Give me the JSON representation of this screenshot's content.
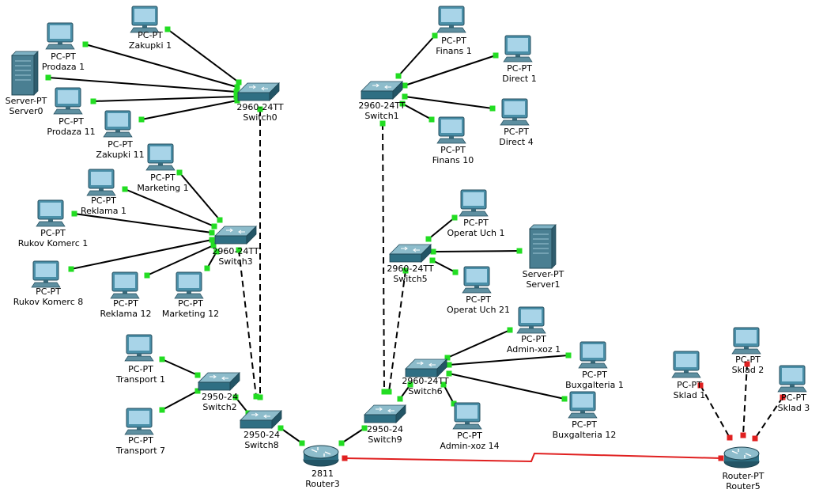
{
  "colors": {
    "link": "#000000",
    "redLink": "#e02020",
    "portUp": "#22dd22",
    "portDown": "#e02020",
    "deviceBody": "#2f6f83",
    "screen": "#a8d4e8"
  },
  "nodes": {
    "zakupki1": {
      "type": "PC-PT",
      "name": "Zakupki 1",
      "icon": "pc-icon"
    },
    "prodaza1": {
      "type": "PC-PT",
      "name": "Prodaza 1",
      "icon": "pc-icon"
    },
    "server0": {
      "type": "Server-PT",
      "name": "Server0",
      "icon": "server-icon"
    },
    "prodaza11": {
      "type": "PC-PT",
      "name": "Prodaza 11",
      "icon": "pc-icon"
    },
    "zakupki11": {
      "type": "PC-PT",
      "name": "Zakupki 11",
      "icon": "pc-icon"
    },
    "switch0": {
      "type": "2960-24TT",
      "name": "Switch0",
      "icon": "switch-icon"
    },
    "marketing1": {
      "type": "PC-PT",
      "name": "Marketing 1",
      "icon": "pc-icon"
    },
    "reklama1": {
      "type": "PC-PT",
      "name": "Reklama 1",
      "icon": "pc-icon"
    },
    "rukov1": {
      "type": "PC-PT",
      "name": "Rukov Komerc 1",
      "icon": "pc-icon"
    },
    "rukov8": {
      "type": "PC-PT",
      "name": "Rukov Komerc 8",
      "icon": "pc-icon"
    },
    "reklama12": {
      "type": "PC-PT",
      "name": "Reklama 12",
      "icon": "pc-icon"
    },
    "marketing12": {
      "type": "PC-PT",
      "name": "Marketing 12",
      "icon": "pc-icon"
    },
    "switch3": {
      "type": "2960-24TT",
      "name": "Switch3",
      "icon": "switch-icon"
    },
    "transport1": {
      "type": "PC-PT",
      "name": "Transport 1",
      "icon": "pc-icon"
    },
    "transport7": {
      "type": "PC-PT",
      "name": "Transport 7",
      "icon": "pc-icon"
    },
    "switch2": {
      "type": "2950-24",
      "name": "Switch2",
      "icon": "switch-icon"
    },
    "switch8": {
      "type": "2950-24",
      "name": "Switch8",
      "icon": "switch-icon"
    },
    "router3": {
      "type": "2811",
      "name": "Router3",
      "icon": "router-icon"
    },
    "finans1": {
      "type": "PC-PT",
      "name": "Finans 1",
      "icon": "pc-icon"
    },
    "direct1": {
      "type": "PC-PT",
      "name": "Direct 1",
      "icon": "pc-icon"
    },
    "direct4": {
      "type": "PC-PT",
      "name": "Direct 4",
      "icon": "pc-icon"
    },
    "finans10": {
      "type": "PC-PT",
      "name": "Finans 10",
      "icon": "pc-icon"
    },
    "switch1": {
      "type": "2960-24TT",
      "name": "Switch1",
      "icon": "switch-icon"
    },
    "operat1": {
      "type": "PC-PT",
      "name": "Operat Uch 1",
      "icon": "pc-icon"
    },
    "server1": {
      "type": "Server-PT",
      "name": "Server1",
      "icon": "server-icon"
    },
    "operat21": {
      "type": "PC-PT",
      "name": "Operat Uch 21",
      "icon": "pc-icon"
    },
    "switch5": {
      "type": "2960-24TT",
      "name": "Switch5",
      "icon": "switch-icon"
    },
    "adminxoz1": {
      "type": "PC-PT",
      "name": "Admin-xoz 1",
      "icon": "pc-icon"
    },
    "buxg1": {
      "type": "PC-PT",
      "name": "Buxgalteria 1",
      "icon": "pc-icon"
    },
    "buxg12": {
      "type": "PC-PT",
      "name": "Buxgalteria 12",
      "icon": "pc-icon"
    },
    "adminxoz14": {
      "type": "PC-PT",
      "name": "Admin-xoz 14",
      "icon": "pc-icon"
    },
    "switch6": {
      "type": "2960-24TT",
      "name": "Switch6",
      "icon": "switch-icon"
    },
    "switch9": {
      "type": "2950-24",
      "name": "Switch9",
      "icon": "switch-icon"
    },
    "sklad1": {
      "type": "PC-PT",
      "name": "Sklad 1",
      "icon": "pc-icon"
    },
    "sklad2": {
      "type": "PC-PT",
      "name": "Sklad 2",
      "icon": "pc-icon"
    },
    "sklad3": {
      "type": "PC-PT",
      "name": "Sklad 3",
      "icon": "pc-icon"
    },
    "router5": {
      "type": "Router-PT",
      "name": "Router5",
      "icon": "router-icon"
    }
  },
  "links": [
    {
      "from": "zakupki1",
      "to": "switch0",
      "style": "solid",
      "status": "up"
    },
    {
      "from": "prodaza1",
      "to": "switch0",
      "style": "solid",
      "status": "up"
    },
    {
      "from": "server0",
      "to": "switch0",
      "style": "solid",
      "status": "up"
    },
    {
      "from": "prodaza11",
      "to": "switch0",
      "style": "solid",
      "status": "up"
    },
    {
      "from": "zakupki11",
      "to": "switch0",
      "style": "solid",
      "status": "up"
    },
    {
      "from": "marketing1",
      "to": "switch3",
      "style": "solid",
      "status": "up"
    },
    {
      "from": "reklama1",
      "to": "switch3",
      "style": "solid",
      "status": "up"
    },
    {
      "from": "rukov1",
      "to": "switch3",
      "style": "solid",
      "status": "up"
    },
    {
      "from": "rukov8",
      "to": "switch3",
      "style": "solid",
      "status": "up"
    },
    {
      "from": "reklama12",
      "to": "switch3",
      "style": "solid",
      "status": "up"
    },
    {
      "from": "marketing12",
      "to": "switch3",
      "style": "solid",
      "status": "up"
    },
    {
      "from": "switch0",
      "to": "switch8",
      "style": "dashed",
      "status": "up"
    },
    {
      "from": "switch3",
      "to": "switch8",
      "style": "dashed",
      "status": "up"
    },
    {
      "from": "transport1",
      "to": "switch2",
      "style": "solid",
      "status": "up"
    },
    {
      "from": "transport7",
      "to": "switch2",
      "style": "solid",
      "status": "up"
    },
    {
      "from": "switch2",
      "to": "switch8",
      "style": "solid",
      "status": "up"
    },
    {
      "from": "switch8",
      "to": "router3",
      "style": "solid",
      "status": "up"
    },
    {
      "from": "finans1",
      "to": "switch1",
      "style": "solid",
      "status": "up"
    },
    {
      "from": "direct1",
      "to": "switch1",
      "style": "solid",
      "status": "up"
    },
    {
      "from": "direct4",
      "to": "switch1",
      "style": "solid",
      "status": "up"
    },
    {
      "from": "finans10",
      "to": "switch1",
      "style": "solid",
      "status": "up"
    },
    {
      "from": "operat1",
      "to": "switch5",
      "style": "solid",
      "status": "up"
    },
    {
      "from": "server1",
      "to": "switch5",
      "style": "solid",
      "status": "up"
    },
    {
      "from": "operat21",
      "to": "switch5",
      "style": "solid",
      "status": "up"
    },
    {
      "from": "adminxoz1",
      "to": "switch6",
      "style": "solid",
      "status": "up"
    },
    {
      "from": "buxg1",
      "to": "switch6",
      "style": "solid",
      "status": "up"
    },
    {
      "from": "buxg12",
      "to": "switch6",
      "style": "solid",
      "status": "up"
    },
    {
      "from": "adminxoz14",
      "to": "switch6",
      "style": "solid",
      "status": "up"
    },
    {
      "from": "switch1",
      "to": "switch9",
      "style": "dashed",
      "status": "up"
    },
    {
      "from": "switch5",
      "to": "switch9",
      "style": "dashed",
      "status": "up"
    },
    {
      "from": "switch6",
      "to": "switch9",
      "style": "solid",
      "status": "up"
    },
    {
      "from": "switch9",
      "to": "router3",
      "style": "solid",
      "status": "up"
    },
    {
      "from": "router3",
      "to": "router5",
      "style": "serial",
      "status": "down"
    },
    {
      "from": "sklad1",
      "to": "router5",
      "style": "dashed",
      "status": "down"
    },
    {
      "from": "sklad2",
      "to": "router5",
      "style": "dashed",
      "status": "down"
    },
    {
      "from": "sklad3",
      "to": "router5",
      "style": "dashed",
      "status": "down"
    }
  ]
}
